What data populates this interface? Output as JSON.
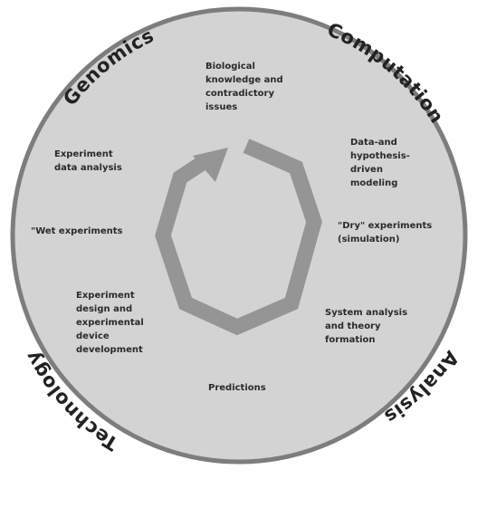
{
  "ring_labels": {
    "genomics": "Genomics",
    "computation": "Computation",
    "analysis": "Analysis",
    "technology": "Technology"
  },
  "stages": {
    "biological_knowledge": "Biological\nknowledge and\ncontradictory\nissues",
    "data_hypothesis_modeling": "Data-and\nhypothesis-\ndriven\nmodeling",
    "dry_experiments": "\"Dry\" experiments\n(simulation)",
    "system_analysis": "System analysis\nand theory\nformation",
    "predictions": "Predictions",
    "experiment_design": "Experiment\ndesign and\nexperimental\ndevice\ndevelopment",
    "wet_experiments": "\"Wet experiments",
    "experiment_data_analysis": "Experiment\ndata analysis"
  },
  "colors": {
    "disc_fill": "#d3d3d3",
    "disc_stroke": "#7d7d7d",
    "cycle_arrow": "#959595",
    "text": "#222222"
  }
}
